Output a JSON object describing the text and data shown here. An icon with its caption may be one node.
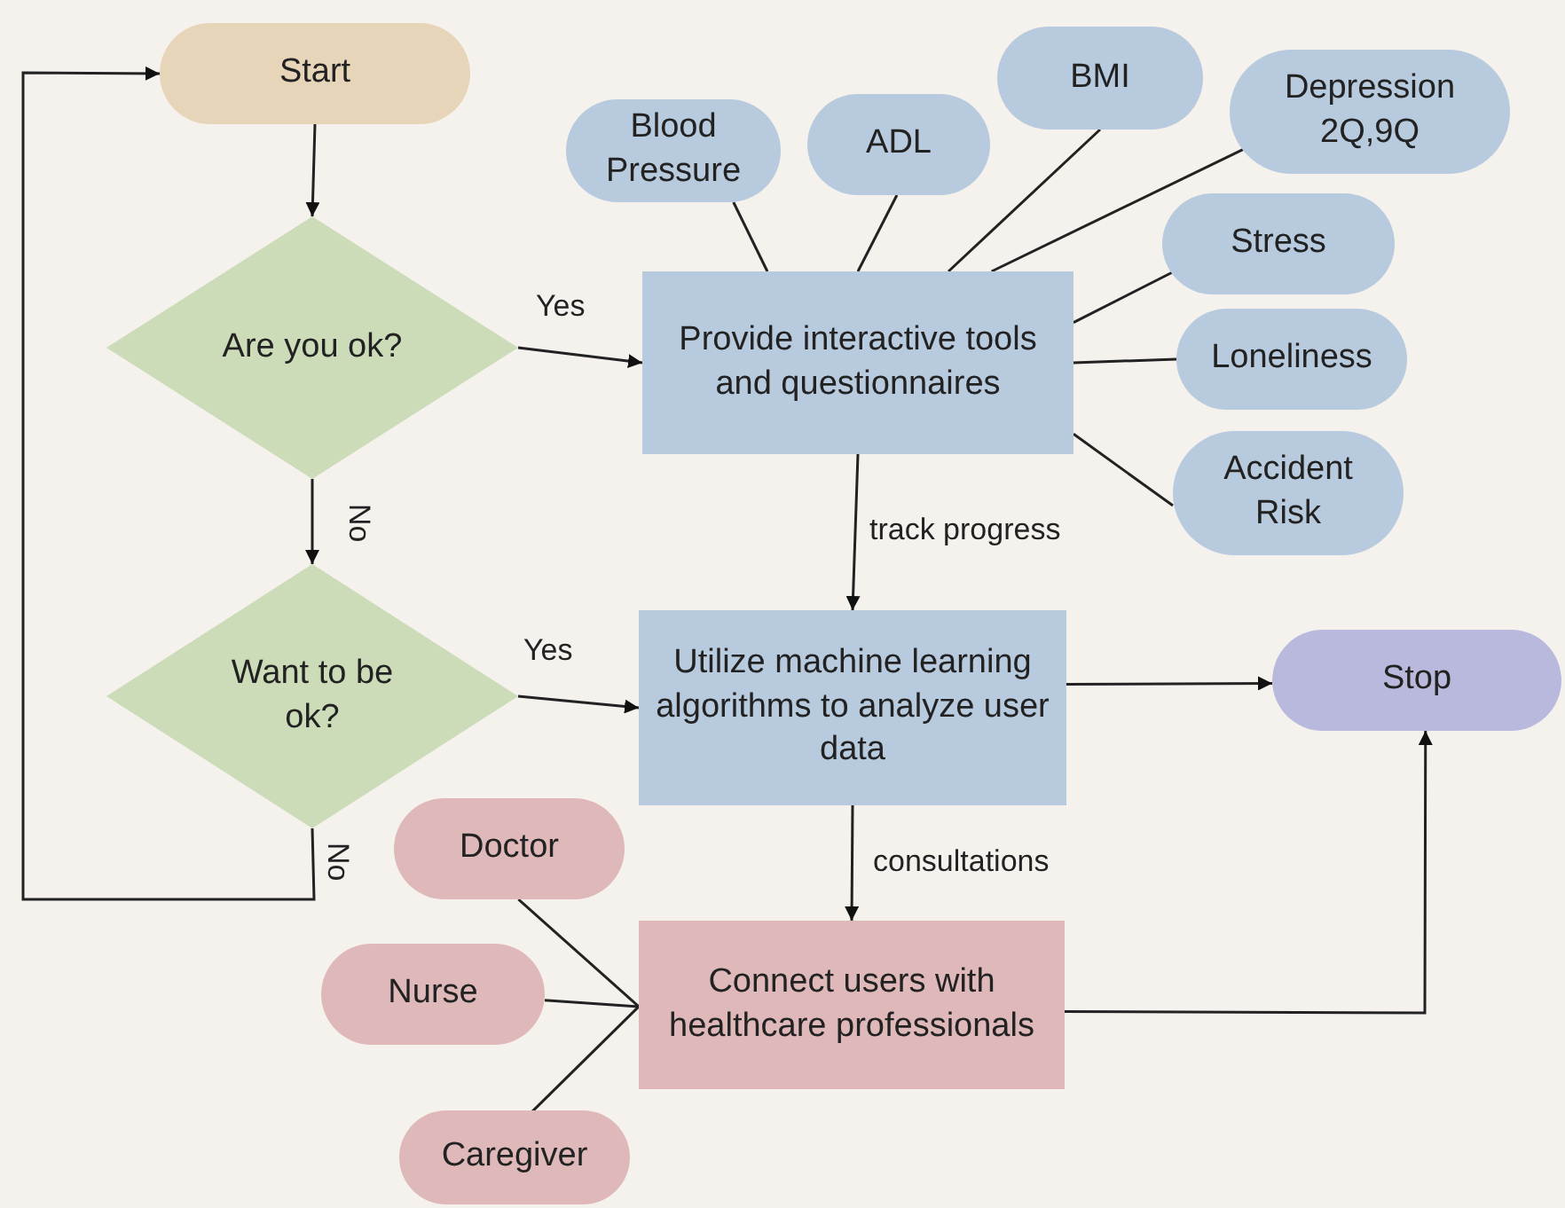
{
  "diagram": {
    "nodes": [
      {
        "text": [
          "Start"
        ]
      },
      {
        "text": [
          "Are you ok?"
        ]
      },
      {
        "text": [
          "Provide interactive tools and questionnaires"
        ]
      },
      {
        "text": [
          "Blood Pressure"
        ]
      },
      {
        "text": [
          "ADL"
        ]
      },
      {
        "text": [
          "BMI"
        ]
      },
      {
        "text": [
          "Depression 2Q,9Q"
        ]
      },
      {
        "text": [
          "Stress"
        ]
      },
      {
        "text": [
          "Loneliness"
        ]
      },
      {
        "text": [
          "Accident Risk"
        ]
      },
      {
        "text": [
          "Want to be ok?"
        ]
      },
      {
        "text": [
          "Utilize machine learning algorithms to analyze user data"
        ]
      },
      {
        "text": [
          "Stop"
        ]
      },
      {
        "text": [
          "Doctor"
        ]
      },
      {
        "text": [
          "Nurse"
        ]
      },
      {
        "text": [
          "Caregiver"
        ]
      },
      {
        "text": [
          "Connect users with healthcare professionals"
        ]
      }
    ],
    "edges": [
      {
        "from": 0,
        "to": 1,
        "arrow": "to"
      },
      {
        "from": 1,
        "to": 2,
        "arrow": "to",
        "label": "Yes"
      },
      {
        "from": 1,
        "to": 10,
        "arrow": "to",
        "label": "No"
      },
      {
        "from": 2,
        "to": 11,
        "arrow": "to",
        "label": "track progress"
      },
      {
        "from": 10,
        "to": 11,
        "arrow": "to",
        "label": "Yes"
      },
      {
        "from": 10,
        "to": 0,
        "arrow": "to",
        "label": "No"
      },
      {
        "from": 11,
        "to": 12,
        "arrow": "to"
      },
      {
        "from": 11,
        "to": 16,
        "arrow": "to",
        "label": "consultations"
      },
      {
        "from": 16,
        "to": 12,
        "arrow": "to"
      },
      {
        "from": 3,
        "to": 2,
        "arrow": "none"
      },
      {
        "from": 4,
        "to": 2,
        "arrow": "none"
      },
      {
        "from": 5,
        "to": 2,
        "arrow": "none"
      },
      {
        "from": 6,
        "to": 2,
        "arrow": "none"
      },
      {
        "from": 7,
        "to": 2,
        "arrow": "none"
      },
      {
        "from": 8,
        "to": 2,
        "arrow": "none"
      },
      {
        "from": 9,
        "to": 2,
        "arrow": "none"
      },
      {
        "from": 13,
        "to": 16,
        "arrow": "none"
      },
      {
        "from": 14,
        "to": 16,
        "arrow": "none"
      },
      {
        "from": 15,
        "to": 16,
        "arrow": "none"
      }
    ]
  }
}
